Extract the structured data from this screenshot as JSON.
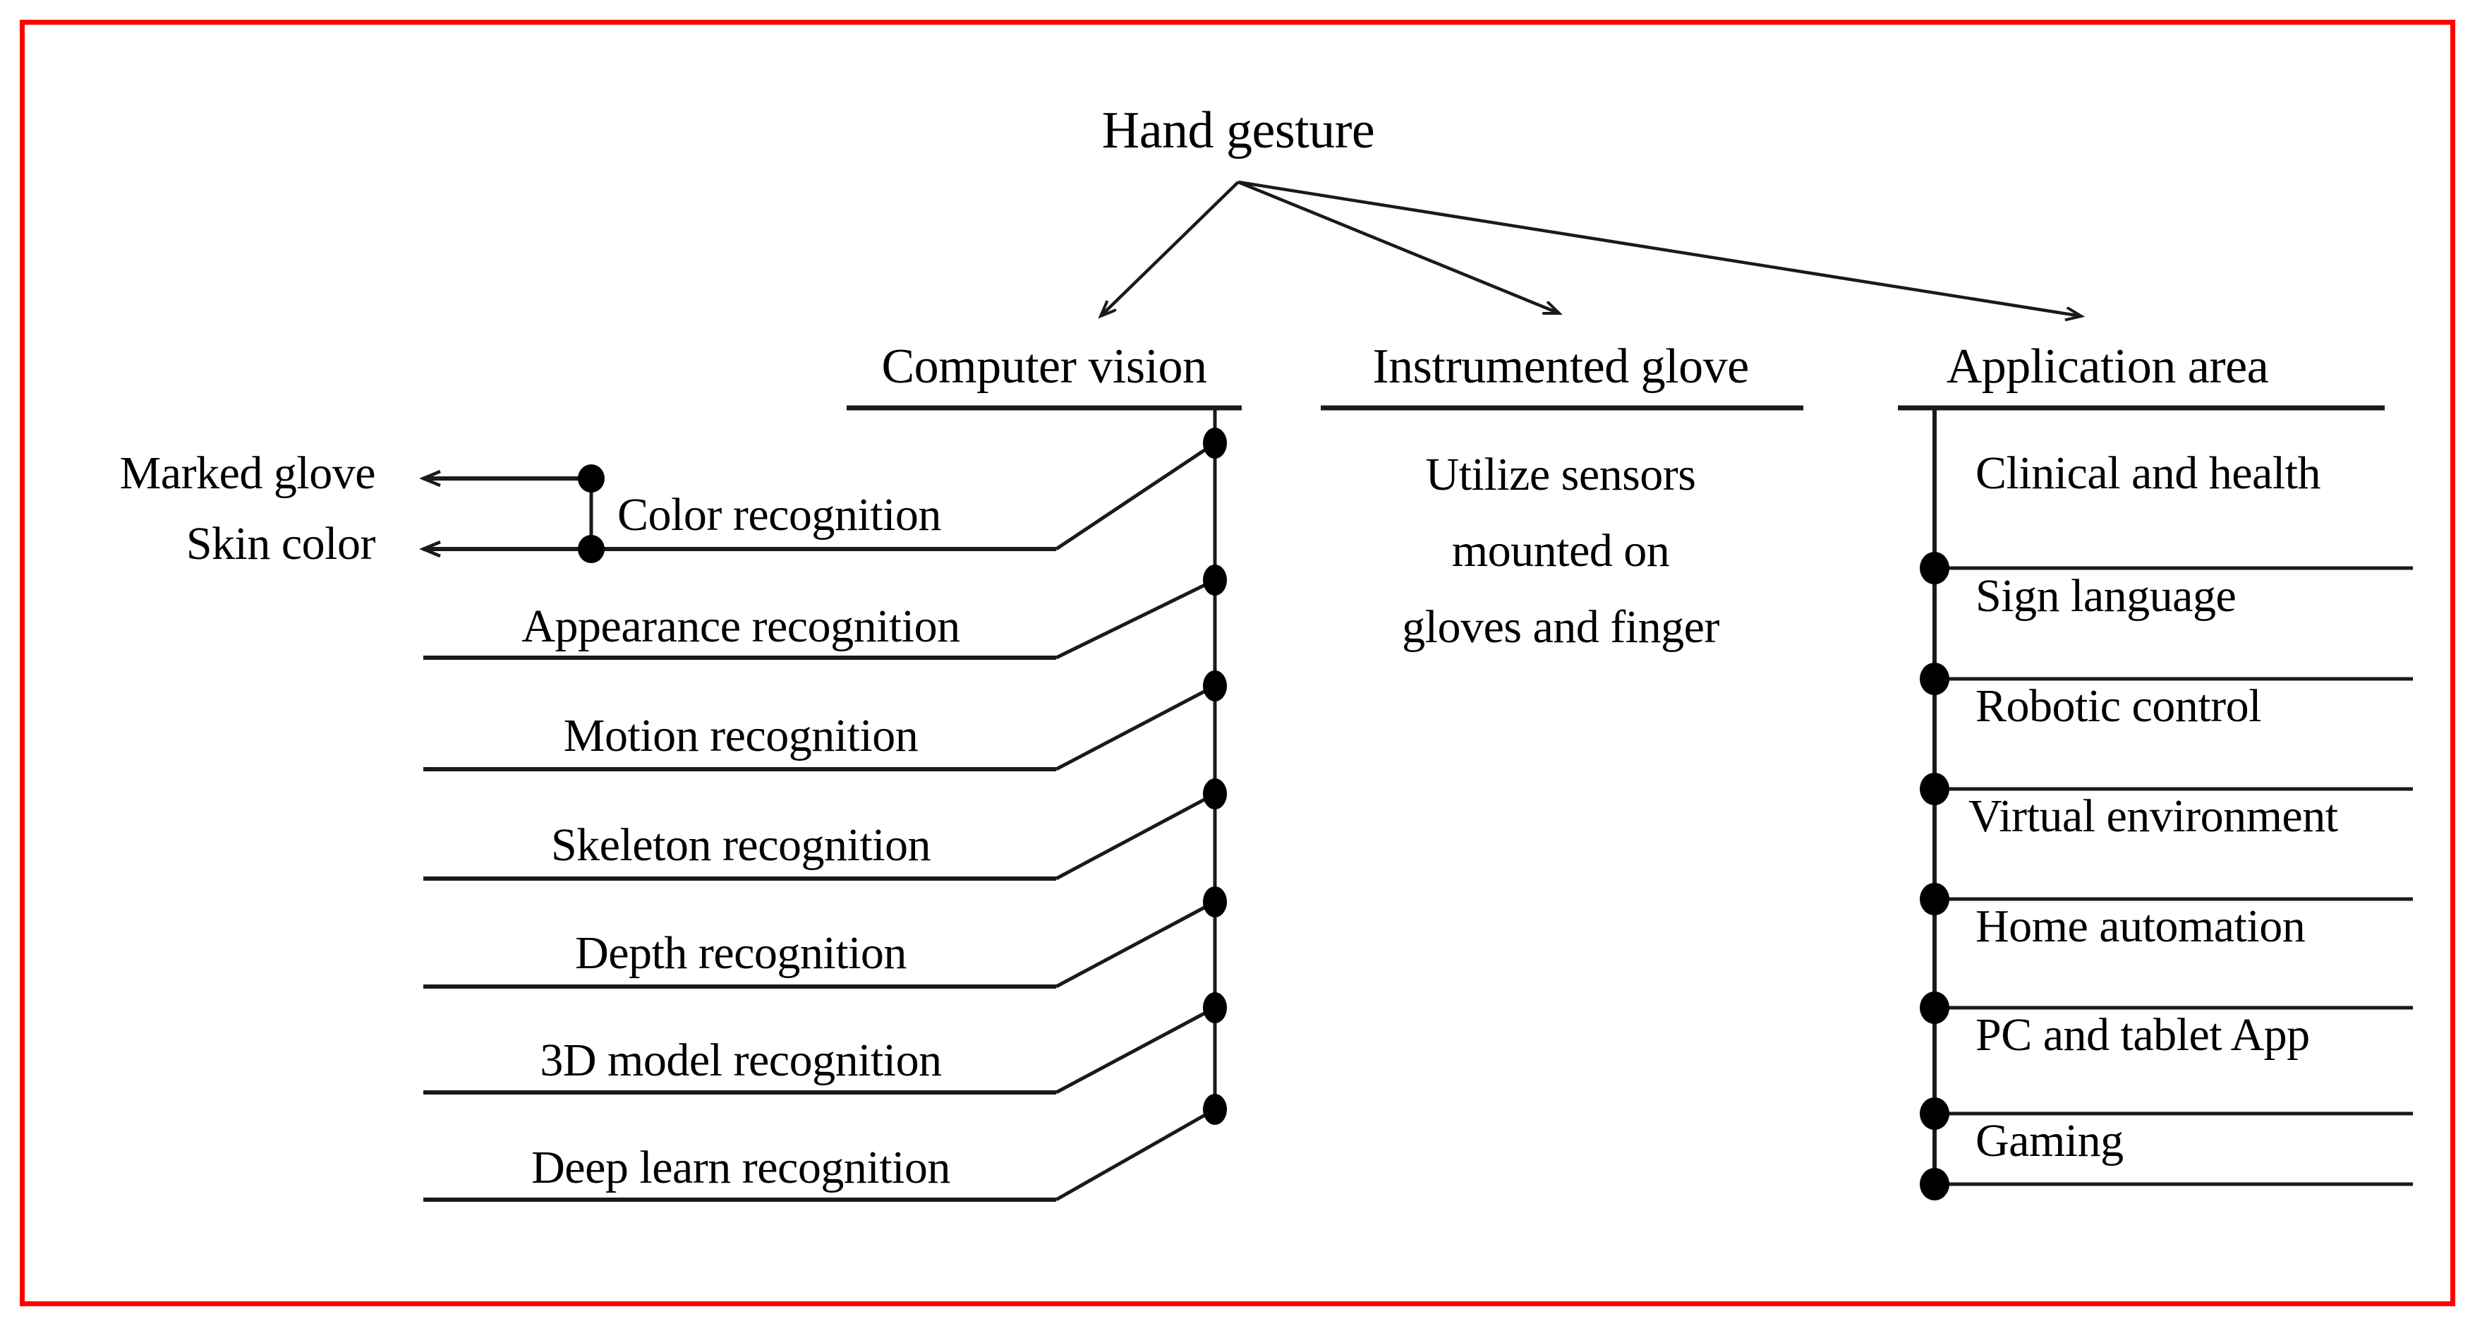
{
  "diagram": {
    "title": "Hand gesture",
    "border_color": "#ff0000",
    "line_color": "#1a1a1a",
    "root": {
      "label": "Hand gesture"
    },
    "branches": [
      {
        "id": "computer-vision",
        "label": "Computer vision",
        "items": [
          {
            "label": "Color recognition"
          },
          {
            "label": "Appearance recognition"
          },
          {
            "label": "Motion recognition"
          },
          {
            "label": "Skeleton recognition"
          },
          {
            "label": "Depth recognition"
          },
          {
            "label": "3D model recognition"
          },
          {
            "label": "Deep learn recognition"
          }
        ],
        "side_labels": [
          {
            "label": "Marked glove"
          },
          {
            "label": "Skin color"
          }
        ]
      },
      {
        "id": "instrumented-glove",
        "label": "Instrumented glove",
        "body_lines": [
          "Utilize sensors",
          "mounted on",
          "gloves and finger"
        ]
      },
      {
        "id": "application-area",
        "label": "Application area",
        "items": [
          {
            "label": "Clinical and health"
          },
          {
            "label": "Sign language"
          },
          {
            "label": "Robotic control"
          },
          {
            "label": "Virtual environment"
          },
          {
            "label": "Home automation"
          },
          {
            "label": "PC and tablet App"
          },
          {
            "label": "Gaming"
          }
        ]
      }
    ]
  }
}
